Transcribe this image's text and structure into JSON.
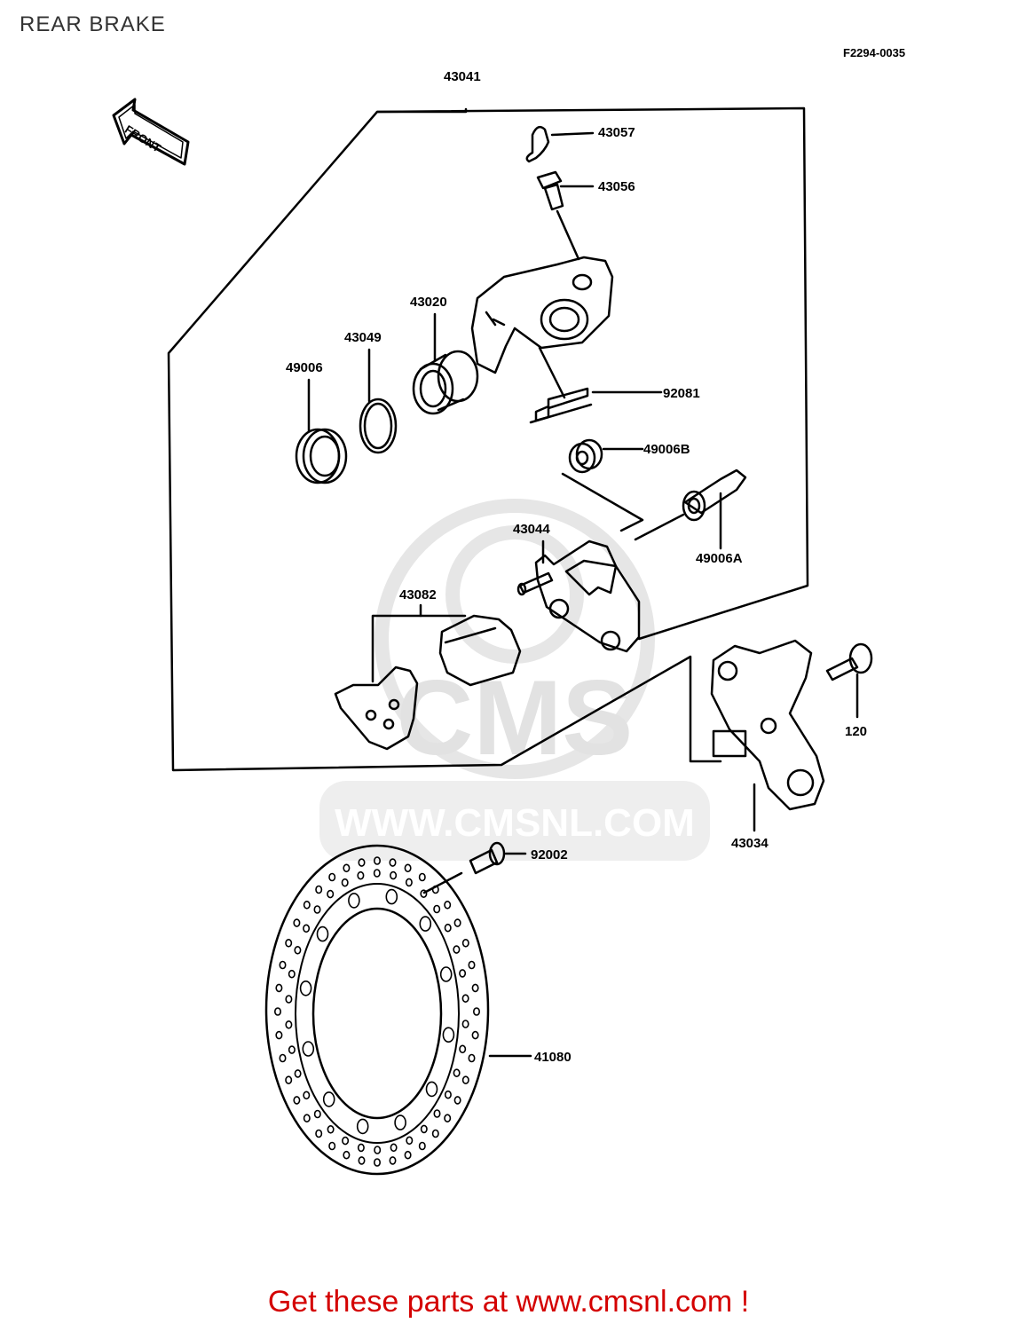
{
  "header": {
    "title": "REAR BRAKE",
    "figure_code": "F2294-0035"
  },
  "front_marker": {
    "text": "FRONT"
  },
  "parts": [
    {
      "id": "p43041",
      "number": "43041"
    },
    {
      "id": "p43057",
      "number": "43057"
    },
    {
      "id": "p43056",
      "number": "43056"
    },
    {
      "id": "p43020",
      "number": "43020"
    },
    {
      "id": "p43049",
      "number": "43049"
    },
    {
      "id": "p49006",
      "number": "49006"
    },
    {
      "id": "p92081",
      "number": "92081"
    },
    {
      "id": "p49006B",
      "number": "49006B"
    },
    {
      "id": "p43044",
      "number": "43044"
    },
    {
      "id": "p49006A",
      "number": "49006A"
    },
    {
      "id": "p43082",
      "number": "43082"
    },
    {
      "id": "p120",
      "number": "120"
    },
    {
      "id": "p43034",
      "number": "43034"
    },
    {
      "id": "p92002",
      "number": "92002"
    },
    {
      "id": "p41080",
      "number": "41080"
    }
  ],
  "watermark": {
    "brand": "CMS",
    "url": "WWW.CMSNL.COM"
  },
  "footer": {
    "text": "Get these parts at www.cmsnl.com !",
    "color": "#d40000"
  }
}
